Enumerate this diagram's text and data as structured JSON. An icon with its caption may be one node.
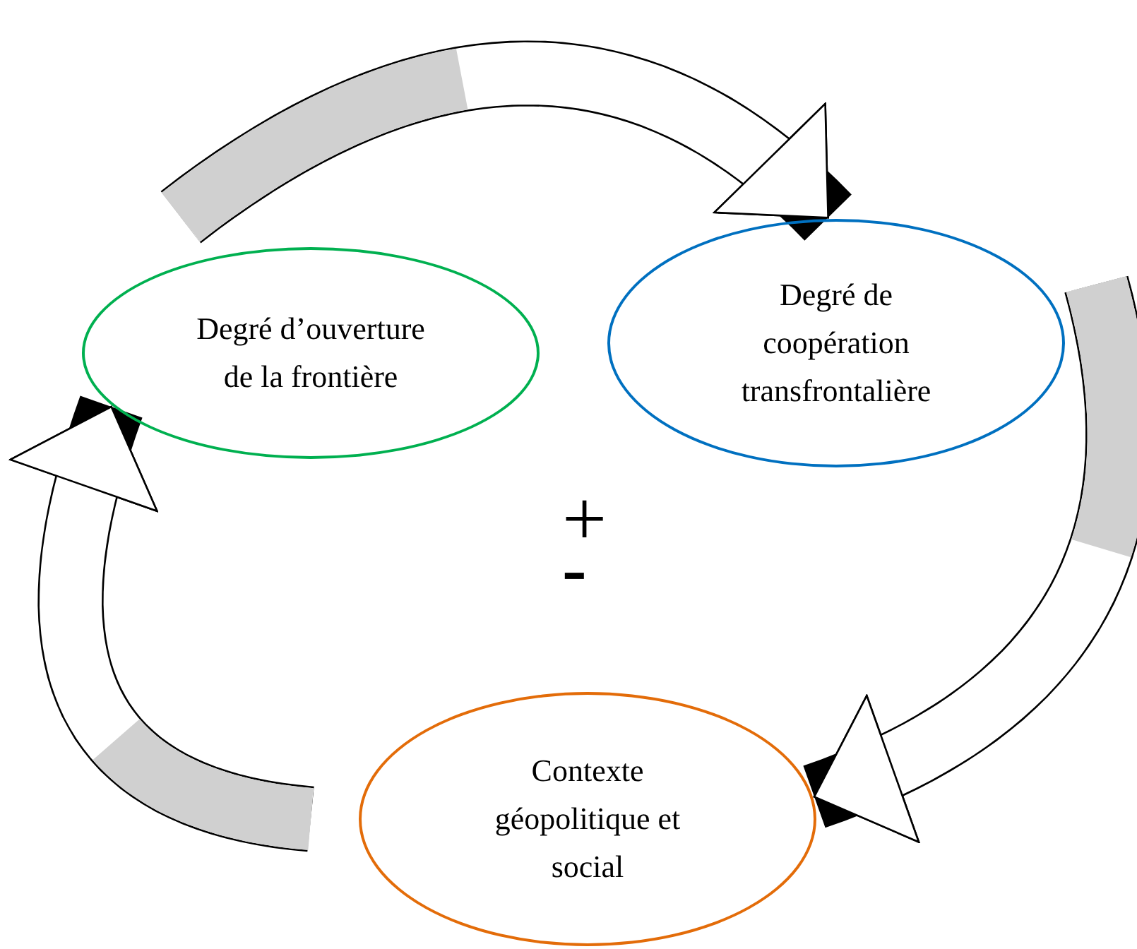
{
  "diagram": {
    "nodes": [
      {
        "text": [
          "Degré d’ouverture de la frontière"
        ]
      },
      {
        "text": [
          "Degré de coopération transfrontalière"
        ]
      },
      {
        "text": [
          "Contexte géopolitique et social"
        ]
      }
    ],
    "edges": [
      {
        "from": 0,
        "to": 1,
        "arrow": "to"
      },
      {
        "from": 1,
        "to": 2,
        "arrow": "to"
      },
      {
        "from": 2,
        "to": 0,
        "arrow": "to"
      }
    ],
    "labels": [
      "+",
      "-"
    ]
  }
}
